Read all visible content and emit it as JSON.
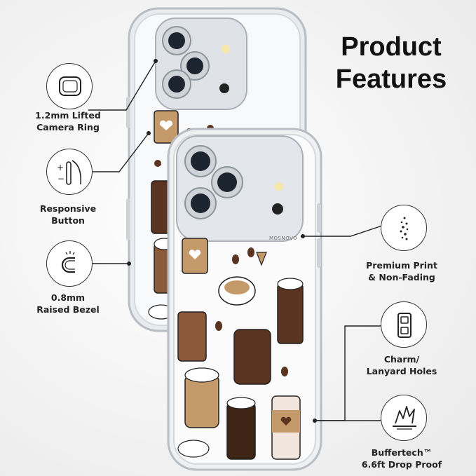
{
  "headline": {
    "line1": "Product",
    "line2": "Features"
  },
  "features": {
    "camera_ring": {
      "line1": "1.2mm Lifted",
      "line2": "Camera Ring",
      "icon": "camera-ring-icon"
    },
    "button": {
      "line1": "Responsive",
      "line2": "Button",
      "icon": "button-icon"
    },
    "bezel": {
      "line1": "0.8mm",
      "line2": "Raised Bezel",
      "icon": "bezel-icon"
    },
    "print": {
      "line1": "Premium Print",
      "line2": "& Non-Fading",
      "icon": "sparkle-icon"
    },
    "charm": {
      "line1": "Charm/",
      "line2": "Lanyard Holes",
      "icon": "lanyard-hole-icon"
    },
    "drop": {
      "line1": "Buffertech™",
      "line2": "6.6ft Drop Proof",
      "icon": "shock-icon"
    }
  },
  "brand": {
    "name": "MOSNOVO"
  },
  "colors": {
    "coffee": "#5a3420",
    "latte": "#c59a6a",
    "line": "#222222",
    "accent": "#8a5a3a"
  }
}
